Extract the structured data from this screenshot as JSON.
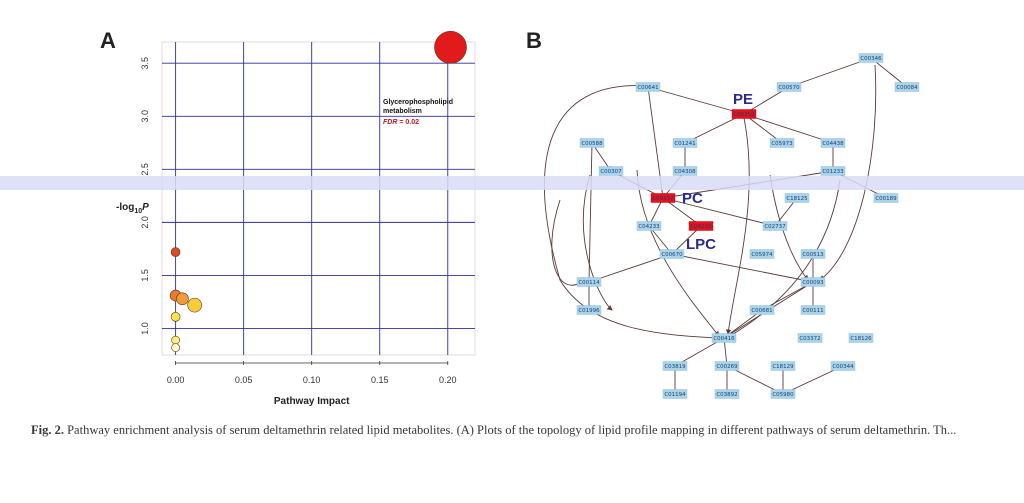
{
  "figure": {
    "panel_a_letter": "A",
    "panel_b_letter": "B",
    "caption": {
      "label": "Fig. 2.",
      "text": "Pathway enrichment analysis of serum deltamethrin related lipid metabolites. (A) Plots of the topology of lipid profile mapping in different pathways of serum deltamethrin. Th..."
    }
  },
  "chart_data": {
    "type": "scatter",
    "xlabel": "Pathway Impact",
    "ylabel": "-log10P",
    "ylabel_main": "-log",
    "ylabel_sub": "10",
    "ylabel_tail": "P",
    "xlim": [
      -0.01,
      0.22
    ],
    "ylim": [
      0.75,
      3.7
    ],
    "xticks": [
      0.0,
      0.05,
      0.1,
      0.15,
      0.2
    ],
    "xtick_labels": [
      "0.00",
      "0.05",
      "0.10",
      "0.15",
      "0.20"
    ],
    "yticks": [
      1.0,
      1.5,
      2.0,
      2.5,
      3.0,
      3.5
    ],
    "ytick_labels": [
      "1.0",
      "1.5",
      "2.0",
      "2.5",
      "3.0",
      "3.5"
    ],
    "grid": true,
    "points": [
      {
        "x": 0.202,
        "y": 3.65,
        "r": 16,
        "color": "#e31a1c"
      },
      {
        "x": 0.0,
        "y": 1.72,
        "r": 4.5,
        "color": "#e0482a"
      },
      {
        "x": 0.0,
        "y": 1.31,
        "r": 5.5,
        "color": "#ec7a2e"
      },
      {
        "x": 0.005,
        "y": 1.28,
        "r": 6,
        "color": "#f19a3a"
      },
      {
        "x": 0.014,
        "y": 1.22,
        "r": 7,
        "color": "#f7cc3a"
      },
      {
        "x": 0.0,
        "y": 1.11,
        "r": 4.5,
        "color": "#fbe34a"
      },
      {
        "x": 0.0,
        "y": 0.89,
        "r": 4,
        "color": "#fff07a"
      },
      {
        "x": 0.0,
        "y": 0.82,
        "r": 4,
        "color": "#fffbd0"
      }
    ],
    "annotation": {
      "line1": "Glycerophospholipid",
      "line2": "metabolism",
      "fdr_label": "FDR",
      "fdr_value": " = 0.02"
    }
  },
  "network": {
    "highlight_labels": {
      "pe": "PE",
      "pc": "PC",
      "lpc": "LPC"
    },
    "nodes": [
      {
        "id": "n1",
        "label": "C00346"
      },
      {
        "id": "n2",
        "label": "C00641"
      },
      {
        "id": "n3",
        "label": "C00570"
      },
      {
        "id": "n4",
        "label": "C00084"
      },
      {
        "id": "n5",
        "label": "C00350"
      },
      {
        "id": "n6",
        "label": "C00588"
      },
      {
        "id": "n7",
        "label": "C01241"
      },
      {
        "id": "n8",
        "label": "C05973"
      },
      {
        "id": "n9",
        "label": "C04438"
      },
      {
        "id": "n10",
        "label": "C00307"
      },
      {
        "id": "n11",
        "label": "C04308"
      },
      {
        "id": "n12",
        "label": "C01233"
      },
      {
        "id": "n13",
        "label": "C00189"
      },
      {
        "id": "n14",
        "label": "C00157"
      },
      {
        "id": "n15",
        "label": "C18125"
      },
      {
        "id": "n16",
        "label": "C04233"
      },
      {
        "id": "n17",
        "label": "C04230"
      },
      {
        "id": "n18",
        "label": "C02737"
      },
      {
        "id": "n19",
        "label": "C00670"
      },
      {
        "id": "n20",
        "label": "C05974"
      },
      {
        "id": "n21",
        "label": "C00513"
      },
      {
        "id": "n22",
        "label": "C00114"
      },
      {
        "id": "n23",
        "label": "C00093"
      },
      {
        "id": "n24",
        "label": "C01996"
      },
      {
        "id": "n25",
        "label": "C00681"
      },
      {
        "id": "n26",
        "label": "C00111"
      },
      {
        "id": "n27",
        "label": "C00416"
      },
      {
        "id": "n28",
        "label": "C03372"
      },
      {
        "id": "n29",
        "label": "C18126"
      },
      {
        "id": "n30",
        "label": "C03819"
      },
      {
        "id": "n31",
        "label": "C00269"
      },
      {
        "id": "n32",
        "label": "C18129"
      },
      {
        "id": "n33",
        "label": "C00344"
      },
      {
        "id": "n34",
        "label": "C01194"
      },
      {
        "id": "n35",
        "label": "C03892"
      },
      {
        "id": "n36",
        "label": "C05980"
      }
    ]
  }
}
